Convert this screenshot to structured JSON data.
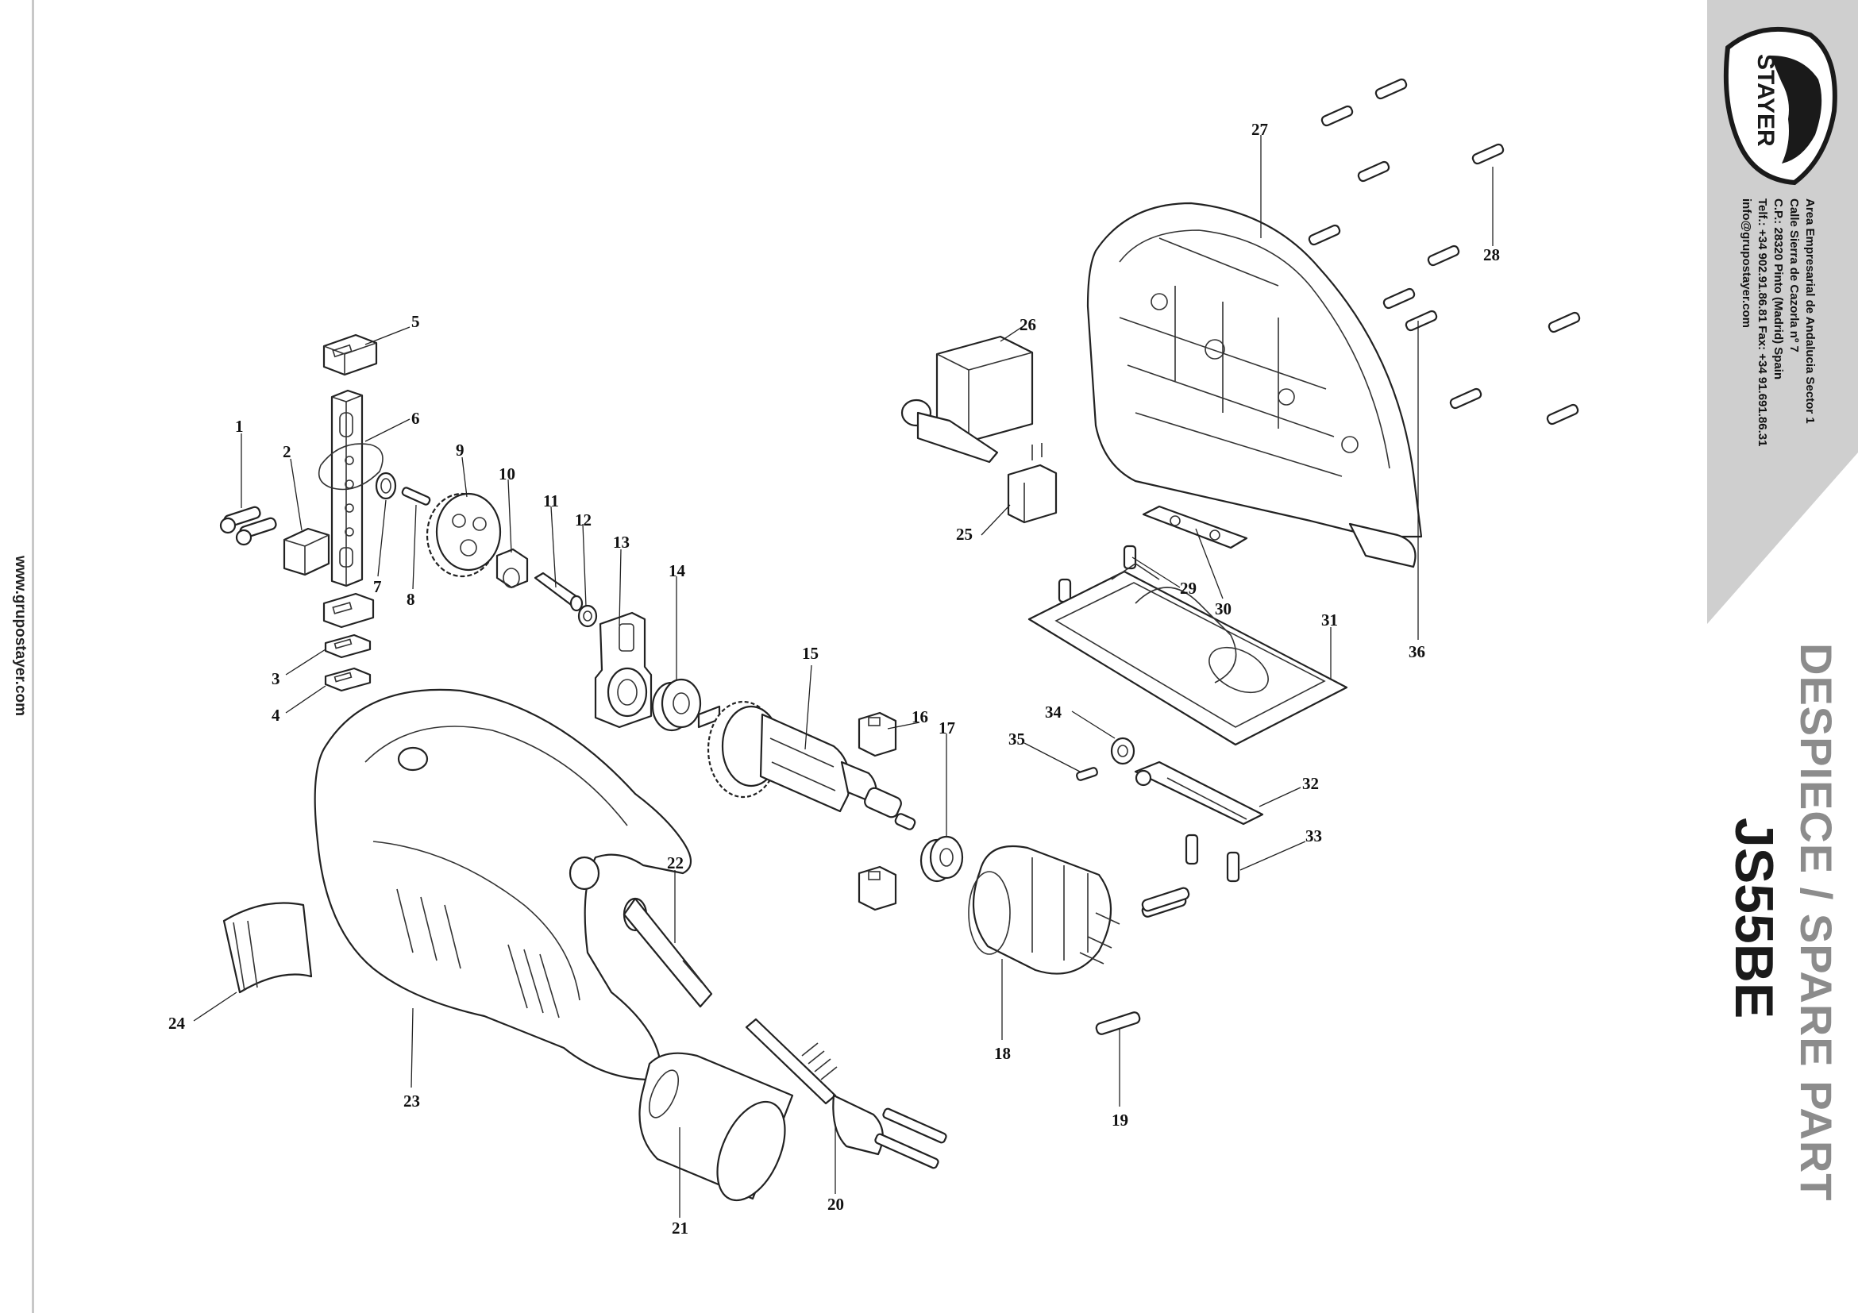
{
  "website": "www.grupostayer.com",
  "brand": {
    "name": "STAYER"
  },
  "address": {
    "lines": [
      "Area Empresarial de Andalucia Sector 1",
      "Calle Sierra de Cazorla nº 7",
      "C.P.: 28320 Pinto (Madrid) Spain",
      "Telf.: +34 902.91.86.81 Fax: +34 91.691.86.31",
      "info@grupostayer.com"
    ]
  },
  "title": {
    "heading": "DESPIECE / SPARE PART",
    "model": "JS55BE"
  },
  "colors": {
    "side_panel": "#cfcfcf",
    "title_grey": "#8c8c8c",
    "ink": "#1a1a1a"
  },
  "callouts": {
    "c1": "1",
    "c2": "2",
    "c3": "3",
    "c4": "4",
    "c5": "5",
    "c6": "6",
    "c7": "7",
    "c8": "8",
    "c9": "9",
    "c10": "10",
    "c11": "11",
    "c12": "12",
    "c13": "13",
    "c14": "14",
    "c15": "15",
    "c16": "16",
    "c17": "17",
    "c18": "18",
    "c19": "19",
    "c20": "20",
    "c21": "21",
    "c22": "22",
    "c23": "23",
    "c24": "24",
    "c25": "25",
    "c26": "26",
    "c27": "27",
    "c28": "28",
    "c29": "29",
    "c30": "30",
    "c31": "31",
    "c32": "32",
    "c33": "33",
    "c34": "34",
    "c35": "35",
    "c36": "36"
  }
}
